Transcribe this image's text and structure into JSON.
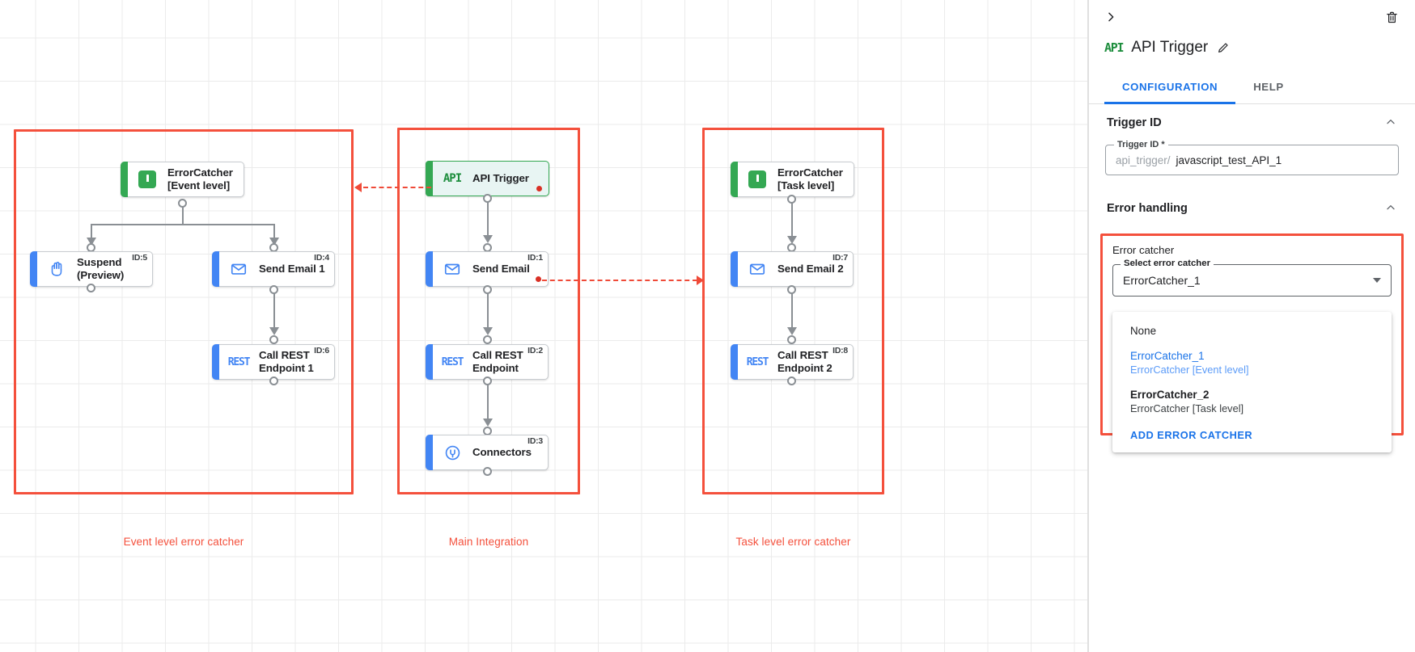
{
  "canvas": {
    "groups": [
      {
        "id": "event-level",
        "caption": "Event level error catcher"
      },
      {
        "id": "main-integration",
        "caption": "Main Integration"
      },
      {
        "id": "task-level",
        "caption": "Task level error catcher"
      }
    ],
    "nodes": {
      "errorcatcher_event": {
        "label": "ErrorCatcher\n[Event level]",
        "icon": "error-catcher-icon",
        "id_badge": ""
      },
      "suspend": {
        "label": "Suspend\n(Preview)",
        "icon": "hand-icon",
        "id_badge": "ID:5"
      },
      "send_email_1": {
        "label": "Send Email 1",
        "icon": "envelope-icon",
        "id_badge": "ID:4"
      },
      "call_rest_1": {
        "label": "Call REST\nEndpoint 1",
        "icon": "rest-icon",
        "id_badge": "ID:6"
      },
      "api_trigger": {
        "label": "API Trigger",
        "icon": "api-icon",
        "id_badge": ""
      },
      "send_email": {
        "label": "Send Email",
        "icon": "envelope-icon",
        "id_badge": "ID:1"
      },
      "call_rest": {
        "label": "Call REST\nEndpoint",
        "icon": "rest-icon",
        "id_badge": "ID:2"
      },
      "connectors": {
        "label": "Connectors",
        "icon": "connectors-icon",
        "id_badge": "ID:3"
      },
      "errorcatcher_task": {
        "label": "ErrorCatcher\n[Task level]",
        "icon": "error-catcher-icon",
        "id_badge": ""
      },
      "send_email_2": {
        "label": "Send Email 2",
        "icon": "envelope-icon",
        "id_badge": "ID:7"
      },
      "call_rest_2": {
        "label": "Call REST\nEndpoint 2",
        "icon": "rest-icon",
        "id_badge": "ID:8"
      }
    },
    "marks": {
      "api_label": "API",
      "rest_label": "REST"
    }
  },
  "panel": {
    "title": "API Trigger",
    "title_icon": "API",
    "tabs": [
      {
        "key": "configuration",
        "label": "CONFIGURATION",
        "active": true
      },
      {
        "key": "help",
        "label": "HELP",
        "active": false
      }
    ],
    "trigger_id_section": {
      "heading": "Trigger ID",
      "field_legend": "Trigger ID *",
      "prefix": "api_trigger/",
      "value": "javascript_test_API_1"
    },
    "error_handling_section": {
      "heading": "Error handling",
      "block_title": "Error catcher",
      "select_legend": "Select error catcher",
      "selected_value": "ErrorCatcher_1",
      "options": [
        {
          "primary": "None",
          "secondary": "",
          "selected": false
        },
        {
          "primary": "ErrorCatcher_1",
          "secondary": "ErrorCatcher [Event level]",
          "selected": true
        },
        {
          "primary": "ErrorCatcher_2",
          "secondary": "ErrorCatcher [Task level]",
          "selected": false
        }
      ],
      "add_action": "ADD ERROR CATCHER"
    }
  },
  "colors": {
    "accent_blue": "#4285f4",
    "accent_green": "#34a853",
    "error_red": "#f4503c",
    "link_blue": "#1a73e8"
  }
}
